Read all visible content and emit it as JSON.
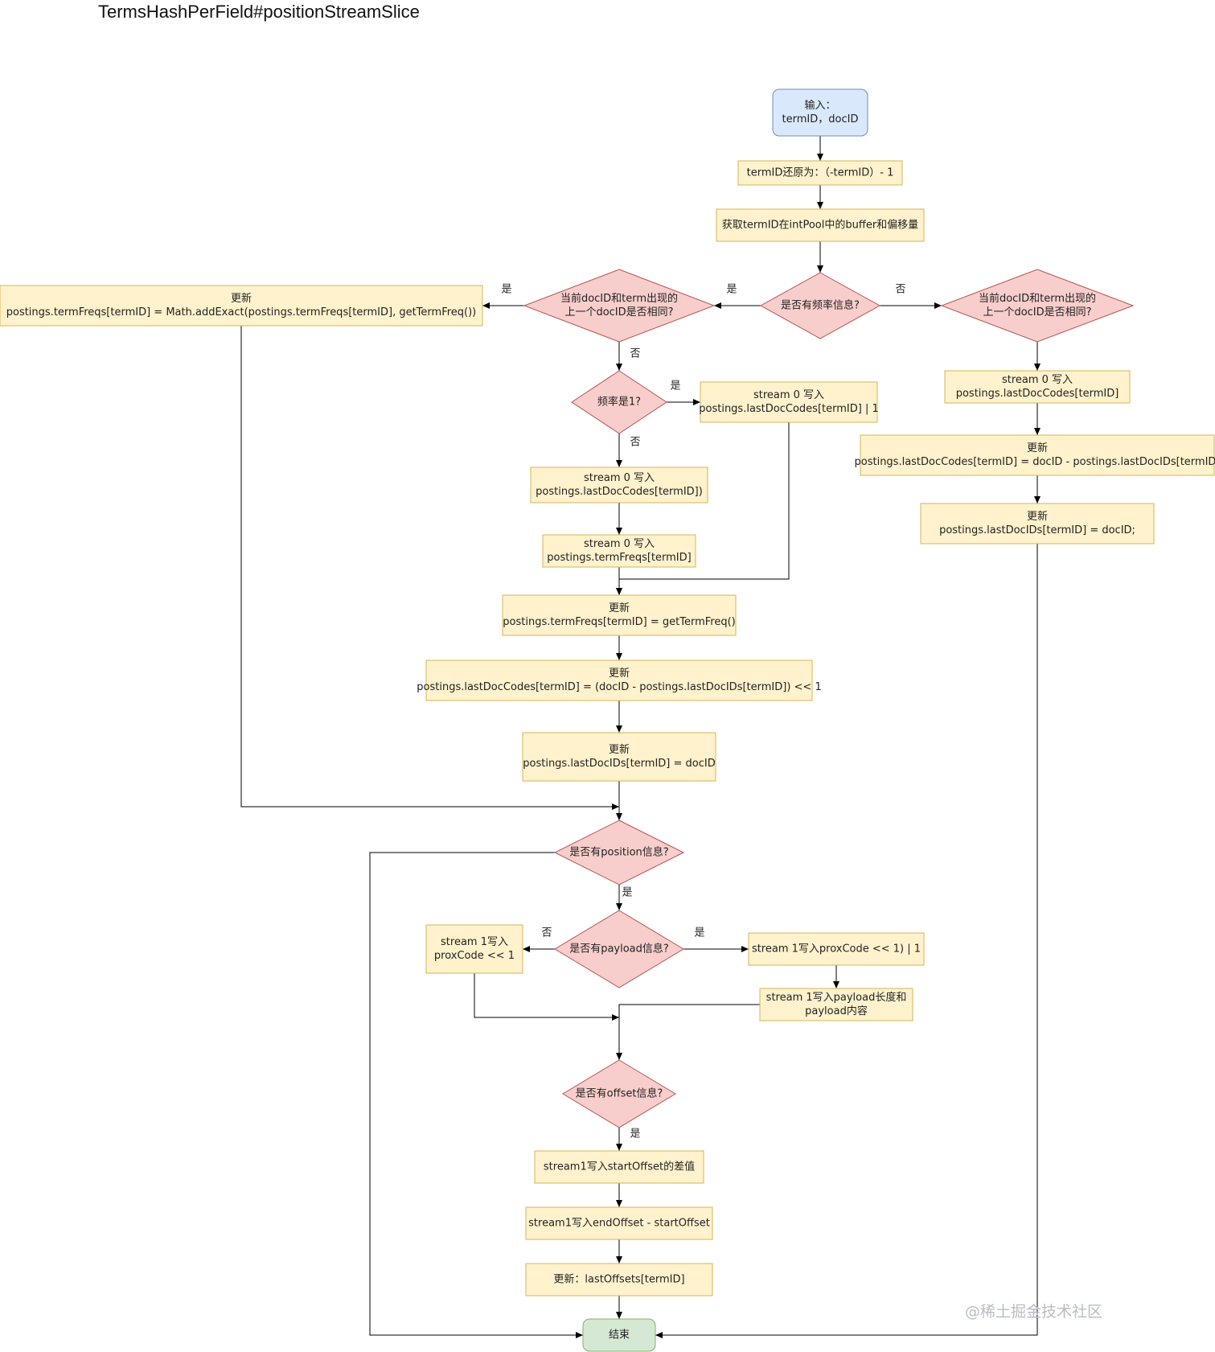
{
  "title": "TermsHashPerField#positionStreamSlice",
  "watermark": "@稀土掘金技术社区",
  "colors": {
    "process_fill": "#fff2cc",
    "process_stroke": "#d6b656",
    "decision_fill": "#f8cecc",
    "decision_stroke": "#b85450",
    "start_fill": "#dae8fc",
    "start_stroke": "#6c8ebf",
    "end_fill": "#d5e8d4",
    "end_stroke": "#82b366",
    "line": "#000000"
  },
  "nodes": {
    "start": [
      "输入：",
      "termID，docID"
    ],
    "restore": [
      "termID还原为：（-termID）- 1"
    ],
    "get_buffer": [
      "获取termID在intPool中的buffer和偏移量"
    ],
    "has_freq": [
      "是否有频率信息?"
    ],
    "same_doc_left": [
      "当前docID和term出现的",
      "上一个docID是否相同?"
    ],
    "update_termfreqs_add": [
      "更新",
      "postings.termFreqs[termID] = Math.addExact(postings.termFreqs[termID], getTermFreq())"
    ],
    "freq_is_one": [
      "频率是1?"
    ],
    "write_lastdoccodes_or1": [
      "stream 0 写入",
      "postings.lastDocCodes[termID] | 1"
    ],
    "write_lastdoccodes": [
      "stream 0 写入",
      "postings.lastDocCodes[termID])"
    ],
    "write_termfreqs": [
      "stream 0 写入",
      "postings.termFreqs[termID]"
    ],
    "update_termfreqs": [
      "更新",
      "postings.termFreqs[termID] = getTermFreq()"
    ],
    "update_lastdoccodes_shift": [
      "更新",
      "postings.lastDocCodes[termID] = (docID - postings.lastDocIDs[termID]) << 1"
    ],
    "update_lastdocids_left": [
      "更新",
      "postings.lastDocIDs[termID] = docID"
    ],
    "same_doc_right": [
      "当前docID和term出现的",
      "上一个docID是否相同?"
    ],
    "write_lastdoccodes_right": [
      "stream 0 写入",
      "postings.lastDocCodes[termID]"
    ],
    "update_lastdoccodes_right": [
      "更新",
      "postings.lastDocCodes[termID] = docID - postings.lastDocIDs[termID]"
    ],
    "update_lastdocids_right": [
      "更新",
      "postings.lastDocIDs[termID] = docID;"
    ],
    "has_position": [
      "是否有position信息?"
    ],
    "has_payload": [
      "是否有payload信息?"
    ],
    "write_proxcode": [
      "stream 1写入",
      "proxCode << 1"
    ],
    "write_proxcode_or1": [
      "stream 1写入proxCode << 1) | 1"
    ],
    "write_payload": [
      "stream 1写入payload长度和",
      "payload内容"
    ],
    "has_offset": [
      "是否有offset信息?"
    ],
    "write_startoffset": [
      "stream1写入startOffset的差值"
    ],
    "write_endoffset": [
      "stream1写入endOffset - startOffset"
    ],
    "update_lastoffsets": [
      "更新：lastOffsets[termID]"
    ],
    "end": [
      "结束"
    ]
  },
  "edge_labels": {
    "has_freq_yes": "是",
    "has_freq_no": "否",
    "same_doc_left_yes": "是",
    "same_doc_left_no": "否",
    "freq_is_one_yes": "是",
    "freq_is_one_no": "否",
    "has_position_yes": "是",
    "has_payload_no": "否",
    "has_payload_yes": "是",
    "has_offset_yes": "是"
  }
}
